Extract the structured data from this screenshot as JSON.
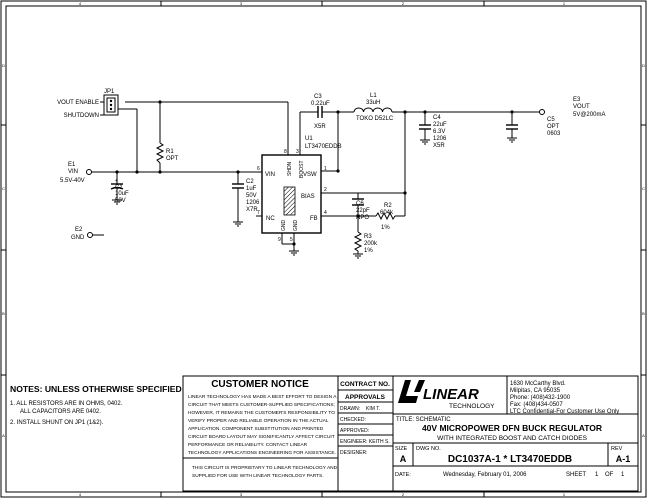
{
  "frame": {
    "col_labels": [
      "4",
      "3",
      "2",
      "1"
    ],
    "row_labels": [
      "D",
      "C",
      "B",
      "A"
    ]
  },
  "schematic": {
    "jp1": {
      "ref": "JP1",
      "pin_enable": "VOUT ENABLE",
      "pin_shutdown": "SHUTDOWN"
    },
    "e1": {
      "ref": "E1",
      "name": "VIN",
      "value": "5.5V-40V"
    },
    "e2": {
      "ref": "E2",
      "name": "GND"
    },
    "e3": {
      "ref": "E3",
      "name": "VOUT",
      "value": "5V@200mA"
    },
    "r1": {
      "ref": "R1",
      "value": "OPT"
    },
    "c1": {
      "ref": "C1",
      "v1": "10uF",
      "v2": "50V"
    },
    "c2": {
      "ref": "C2",
      "v1": "1uF",
      "v2": "50V",
      "v3": "1206",
      "v4": "X7R"
    },
    "c3": {
      "ref": "C3",
      "v1": "0.22uF",
      "v2": "X5R"
    },
    "l1": {
      "ref": "L1",
      "v1": "33uH",
      "v2": "TOKO D52LC"
    },
    "c4": {
      "ref": "C4",
      "v1": "22uF",
      "v2": "6.3V",
      "v3": "1206",
      "v4": "X5R"
    },
    "c5": {
      "ref": "C5",
      "v1": "OPT",
      "v2": "0603"
    },
    "c6": {
      "ref": "C6",
      "v1": "22pF",
      "v2": "NPO"
    },
    "r2": {
      "ref": "R2",
      "v1": "604k",
      "v2": "1%"
    },
    "r3": {
      "ref": "R3",
      "v1": "200k",
      "v2": "1%"
    },
    "u1": {
      "ref": "U1",
      "part": "LT3470EDDB",
      "pin_vin": "VIN",
      "pin_vsw": "VSW",
      "pin_bias": "BIAS",
      "pin_nc": "NC",
      "pin_fb": "FB",
      "pin_shdn": "SHDN",
      "pin_boost": "BOOST",
      "pin_gnd1": "GND",
      "pin_gnd2": "GND",
      "n6": "6",
      "n8": "8",
      "n3": "3",
      "n1": "1",
      "n2": "2",
      "n7": "7",
      "n4": "4",
      "n9": "9",
      "n5": "5"
    }
  },
  "notes": {
    "title": "NOTES:  UNLESS OTHERWISE SPECIFIED",
    "n1a": "1.  ALL RESISTORS ARE IN OHMS, 0402.",
    "n1b": "ALL CAPACITORS ARE 0402.",
    "n2": "2.  INSTALL SHUNT ON JP1 (1&2)."
  },
  "customer_notice": {
    "title": "CUSTOMER NOTICE",
    "lines": [
      "LINEAR TECHNOLOGY HAS MADE A BEST EFFORT TO DESIGN A",
      "CIRCUIT THAT MEETS CUSTOMER-SUPPLIED SPECIFICATIONS;",
      "HOWEVER, IT REMAINS THE CUSTOMER'S RESPONSIBILITY TO",
      "VERIFY PROPER AND RELIABLE OPERATION IN THE ACTUAL",
      "APPLICATION.  COMPONENT SUBSTITUTION AND PRINTED",
      "CIRCUIT BOARD LAYOUT MAY SIGNIFICANTLY AFFECT CIRCUIT",
      "PERFORMANCE OR RELIABILITY.  CONTACT LINEAR",
      "TECHNOLOGY APPLICATIONS ENGINEERING FOR ASSISTANCE."
    ],
    "prop1": "THIS CIRCUIT IS PROPRIETARY TO LINEAR TECHNOLOGY AND",
    "prop2": "SUPPLIED FOR USE WITH LINEAR TECHNOLOGY PARTS."
  },
  "approvals": {
    "contract_no": "CONTRACT NO.",
    "approvals": "APPROVALS",
    "drawn": "DRAWN:",
    "drawn_by": "KIM T.",
    "checked": "CHECKED:",
    "approved": "APPROVED:",
    "engineer": "ENGINEER: KEITH S.",
    "designer": "DESIGNER:"
  },
  "company": {
    "logo_main": "LINEAR",
    "logo_sub": "TECHNOLOGY",
    "address1": "1630 McCarthy Blvd.",
    "address2": "Milpitas, CA 95035",
    "phone": "Phone: (408)432-1900",
    "fax": "Fax: (408)434-0507",
    "conf": "LTC Confidential-For Customer Use Only"
  },
  "title_block": {
    "title_label": "TITLE:  SCHEMATIC",
    "title1": "40V MICROPOWER DFN BUCK REGULATOR",
    "title2": "WITH INTEGRATED BOOST AND CATCH DIODES",
    "size_label": "SIZE",
    "size": "A",
    "dwg_label": "DWG NO.",
    "dwg": "DC1037A-1 * LT3470EDDB",
    "rev_label": "REV",
    "rev": "A-1",
    "date_label": "DATE:",
    "date": "Wednesday, February 01, 2006",
    "sheet_label": "SHEET",
    "sheet_num": "1",
    "of_label": "OF",
    "sheet_total": "1"
  }
}
